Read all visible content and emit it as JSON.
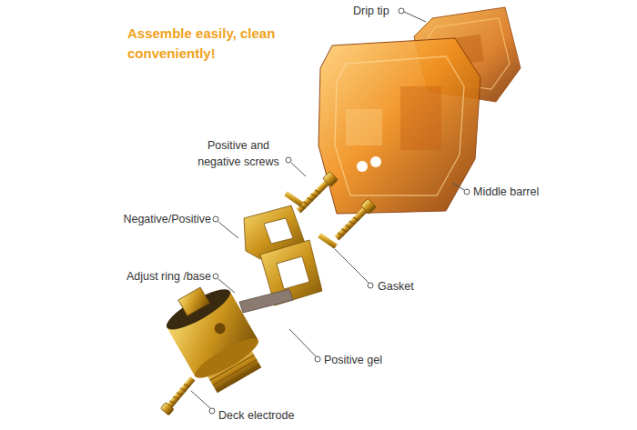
{
  "diagram": {
    "title": "Assemble easily, clean conveniently!",
    "labels": [
      "Drip tip",
      "Positive and negative screws",
      "Middle barrel",
      "Negative/Positive",
      "Gasket",
      "Adjust ring /base",
      "Positive gel",
      "Deck electrode"
    ]
  }
}
